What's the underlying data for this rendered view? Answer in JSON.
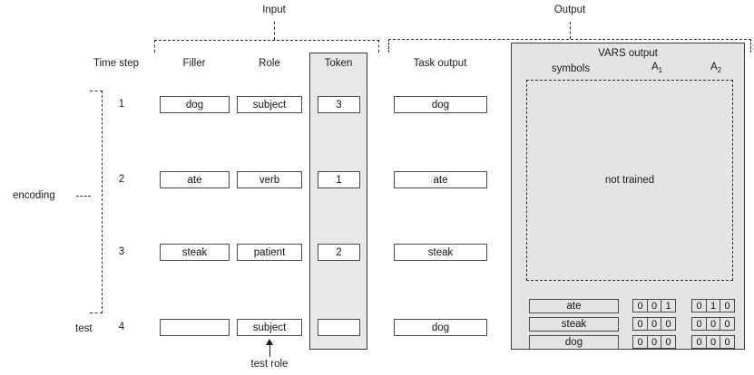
{
  "figure": {
    "group_labels": {
      "input": "Input",
      "output": "Output"
    },
    "column_headers": {
      "time_step": "Time step",
      "filler": "Filler",
      "role": "Role",
      "token": "Token",
      "task_output": "Task output",
      "vars_output": "VARS output",
      "symbols": "symbols",
      "a1": "A",
      "a1_sub": "1",
      "a2": "A",
      "a2_sub": "2"
    },
    "phase_labels": {
      "encoding": "encoding",
      "test": "test"
    },
    "annotations": {
      "test_role": "test role",
      "not_trained": "not trained"
    },
    "rows": [
      {
        "step": "1",
        "filler": "dog",
        "role": "subject",
        "token": "3",
        "task_output": "dog"
      },
      {
        "step": "2",
        "filler": "ate",
        "role": "verb",
        "token": "1",
        "task_output": "ate"
      },
      {
        "step": "3",
        "filler": "steak",
        "role": "patient",
        "token": "2",
        "task_output": "steak"
      },
      {
        "step": "4",
        "filler": "",
        "role": "subject",
        "token": "",
        "task_output": "dog"
      }
    ],
    "vars_table": {
      "symbols": [
        "ate",
        "steak",
        "dog"
      ],
      "A1": [
        [
          "0",
          "0",
          "1"
        ],
        [
          "0",
          "0",
          "0"
        ],
        [
          "0",
          "0",
          "0"
        ]
      ],
      "A2": [
        [
          "0",
          "1",
          "0"
        ],
        [
          "0",
          "0",
          "0"
        ],
        [
          "0",
          "0",
          "0"
        ]
      ]
    },
    "colors": {
      "background": "#ffffff",
      "panel_fill": "#e4e4e4",
      "token_fill": "#e8e8e8",
      "stroke": "#3a3a3a",
      "text": "#111111"
    }
  }
}
